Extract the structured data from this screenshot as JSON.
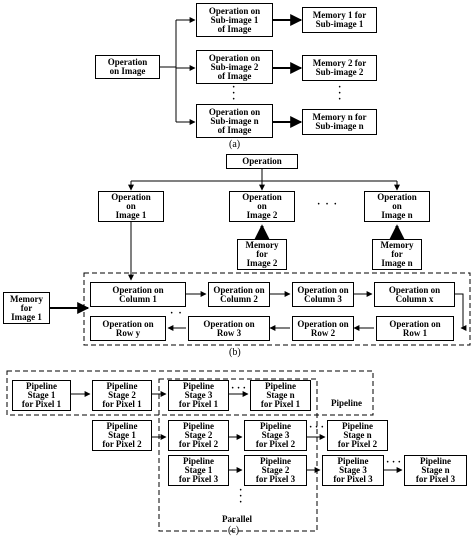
{
  "panel_a": {
    "caption": "(a)",
    "root": "Operation\non Image",
    "ops": [
      "Operation on\nSub-image 1\nof Image",
      "Operation on\nSub-image 2\nof Image",
      "Operation on\nSub-image n\nof Image"
    ],
    "mems": [
      "Memory 1 for\nSub-image 1",
      "Memory 2 for\nSub-image 2",
      "Memory n for\nSub-image n"
    ],
    "ellipsis": "·\n·\n·"
  },
  "panel_b": {
    "caption": "(b)",
    "root": "Operation",
    "ops": [
      "Operation\non\nImage 1",
      "Operation\non\nImage 2",
      "Operation\non\nImage n"
    ],
    "mems": [
      "Memory\nfor\nImage 2",
      "Memory\nfor\nImage n",
      "Memory\nfor\nImage 1"
    ],
    "ellipsis": "·  ·  ·",
    "columns": [
      "Operation on\nColumn 1",
      "Operation on\nColumn 2",
      "Operation on\nColumn 3",
      "Operation on\nColumn x"
    ],
    "rows": [
      "Operation on\nRow y",
      "Operation on\nRow 3",
      "Operation on\nRow 2",
      "Operation on\nRow 1"
    ],
    "row_ellipsis": "·  ·"
  },
  "panel_c": {
    "caption": "(c)",
    "pipeline_label": "Pipeline",
    "parallel_label": "Parallel",
    "pixel1": [
      "Pipeline\nStage 1\nfor Pixel 1",
      "Pipeline\nStage 2\nfor Pixel 1",
      "Pipeline\nStage 3\nfor Pixel 1",
      "Pipeline\nStage n\nfor Pixel 1"
    ],
    "pixel2": [
      "Pipeline\nStage 1\nfor Pixel 2",
      "Pipeline\nStage 2\nfor Pixel 2",
      "Pipeline\nStage 3\nfor Pixel 2",
      "Pipeline\nStage n\nfor Pixel 2"
    ],
    "pixel3": [
      "Pipeline\nStage 1\nfor Pixel 3",
      "Pipeline\nStage 2\nfor Pixel 3",
      "Pipeline\nStage 3\nfor Pixel 3",
      "Pipeline\nStage n\nfor Pixel 3"
    ],
    "h_ellipsis": "· · ·",
    "v_ellipsis": "·\n·\n·"
  }
}
